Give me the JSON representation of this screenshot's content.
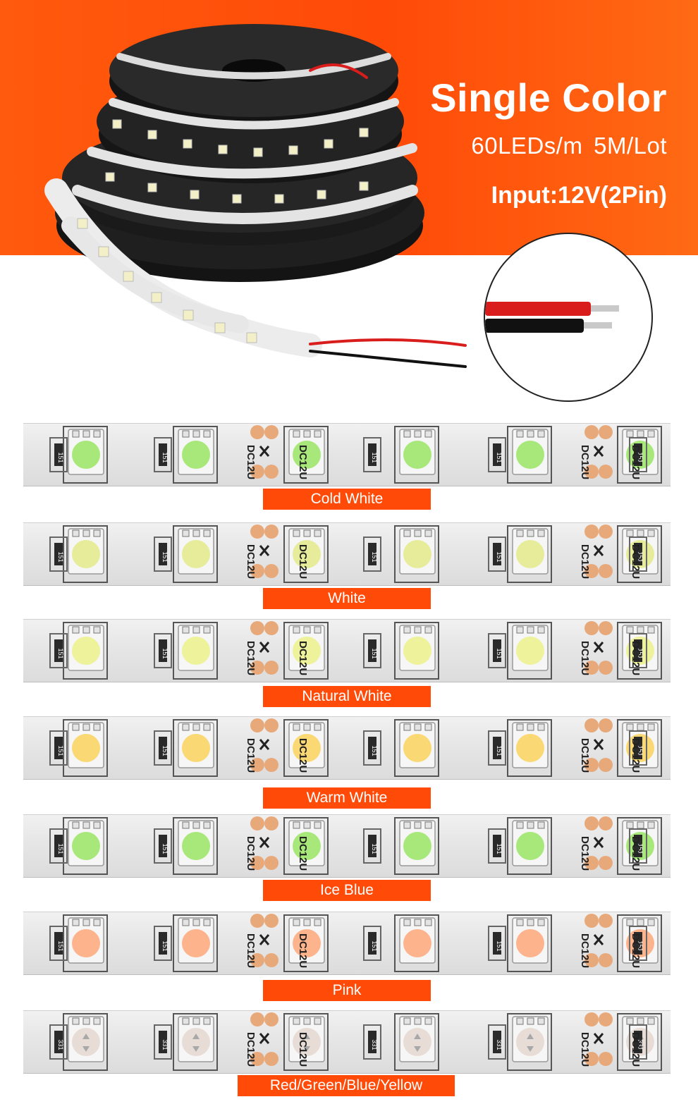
{
  "hero": {
    "title": "Single Color",
    "spec": "60LEDs/m  5M/Lot",
    "input": "Input:12V(2Pin)"
  },
  "strip_print": {
    "voltage": "DC12U",
    "resistor": "151",
    "resistor_rgby": "331"
  },
  "colors": {
    "accent": "#ff4a08",
    "label_text": "#ffffff"
  },
  "strips": [
    {
      "label": "Cold White",
      "led_color": "#a8e87a"
    },
    {
      "label": "White",
      "led_color": "#e6ec9a"
    },
    {
      "label": "Natural White",
      "led_color": "#eef29a"
    },
    {
      "label": "Warm White",
      "led_color": "#fad873"
    },
    {
      "label": "Ice Blue",
      "led_color": "#a8e87a"
    },
    {
      "label": "Pink",
      "led_color": "#fdb48c"
    },
    {
      "label": "Red/Green/Blue/Yellow",
      "led_color": "#e8ddd6"
    }
  ]
}
